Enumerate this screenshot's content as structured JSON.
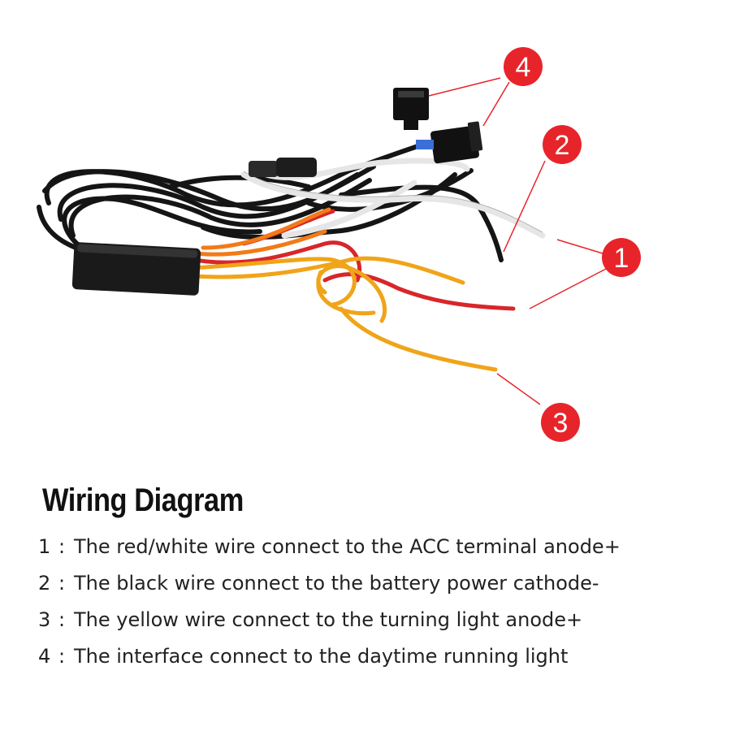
{
  "figure": {
    "title": "Wiring Diagram",
    "callouts": [
      "1",
      "2",
      "3",
      "4"
    ],
    "callout_color": "#e8242b",
    "wire_colors": {
      "black": "#151515",
      "white": "#eeeeee",
      "red": "#d8262a",
      "yellow": "#f0a419",
      "orange": "#f27a17"
    }
  },
  "legend": [
    {
      "num": "1",
      "sep": ":",
      "text": "The red/white wire connect to the ACC terminal anode+"
    },
    {
      "num": "2",
      "sep": ":",
      "text": "The black wire connect to the battery power cathode-"
    },
    {
      "num": "3",
      "sep": ":",
      "text": "The yellow wire connect to the turning light anode+"
    },
    {
      "num": "4",
      "sep": ":",
      "text": "The interface connect to the daytime running light"
    }
  ]
}
